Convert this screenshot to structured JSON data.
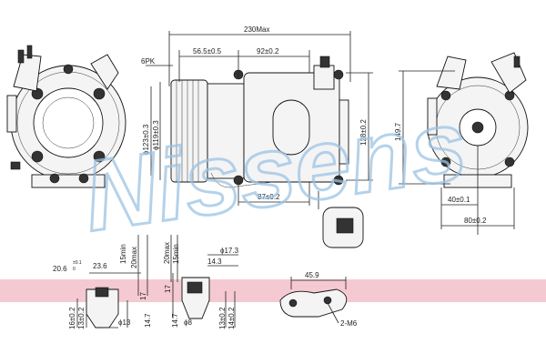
{
  "watermark": {
    "text": "Nissens",
    "color": "#9cc3e4"
  },
  "band_color": "#f5c9d2",
  "dims": {
    "overall_length": "230Max",
    "left_a": "56.5±0.5",
    "right_b": "92±0.2",
    "belt": "6PK",
    "pulley_d1": "ϕ123±0.3",
    "pulley_d2": "ϕ119±0.3",
    "height_right": "128±0.2",
    "bottom_width": "87±0.2",
    "overall_height": "149.7",
    "mount_width": "40±0.1",
    "mount_total": "80±0.2",
    "fit1_top": "20.6",
    "fit1_top_tol": "±0.1",
    "fit1_top_tol2": "0",
    "fit1_width": "23.6",
    "fit1_h1": "15min",
    "fit1_h2": "20max",
    "fit1_side": "17",
    "fit1_b1": "16±0.2",
    "fit1_b2": "13±0.2",
    "fit1_bd": "ϕ13",
    "fit1_bh": "14.7",
    "fit2_h1": "20max",
    "fit2_h2": "15min",
    "fit2_d": "ϕ17.3",
    "fit2_w": "14.3",
    "fit2_side": "17",
    "fit2_b1": "14.7",
    "fit2_bd": "ϕ8",
    "fit2_b2": "13±0.2",
    "fit2_b3": "14±0.2",
    "bracket_w": "45.9",
    "bracket_holes": "2-M6"
  }
}
